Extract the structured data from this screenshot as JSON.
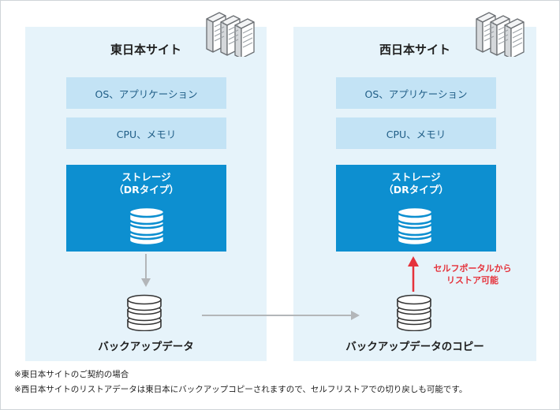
{
  "east": {
    "title": "東日本サイト",
    "layer_os": "OS、アプリケーション",
    "layer_cpu": "CPU、メモリ",
    "storage_line1": "ストレージ",
    "storage_line2": "（DRタイプ）",
    "backup_label": "バックアップデータ"
  },
  "west": {
    "title": "西日本サイト",
    "layer_os": "OS、アプリケーション",
    "layer_cpu": "CPU、メモリ",
    "storage_line1": "ストレージ",
    "storage_line2": "（DRタイプ）",
    "backup_label": "バックアップデータのコピー",
    "portal_line1": "セルフポータルから",
    "portal_line2": "リストア可能"
  },
  "notes": [
    "※東日本サイトのご契約の場合",
    "※西日本サイトのリストアデータは東日本にバックアップコピーされますので、セルフリストアでの切り戻しも可能です。"
  ],
  "colors": {
    "site_bg": "#e6f3fa",
    "layer_bg": "#c3e3f5",
    "storage_bg": "#0d8fd0",
    "arrow_gray": "#b3b6b9",
    "arrow_red": "#e5323b"
  },
  "icons": {
    "server": "server-rack-icon",
    "database": "database-icon"
  }
}
